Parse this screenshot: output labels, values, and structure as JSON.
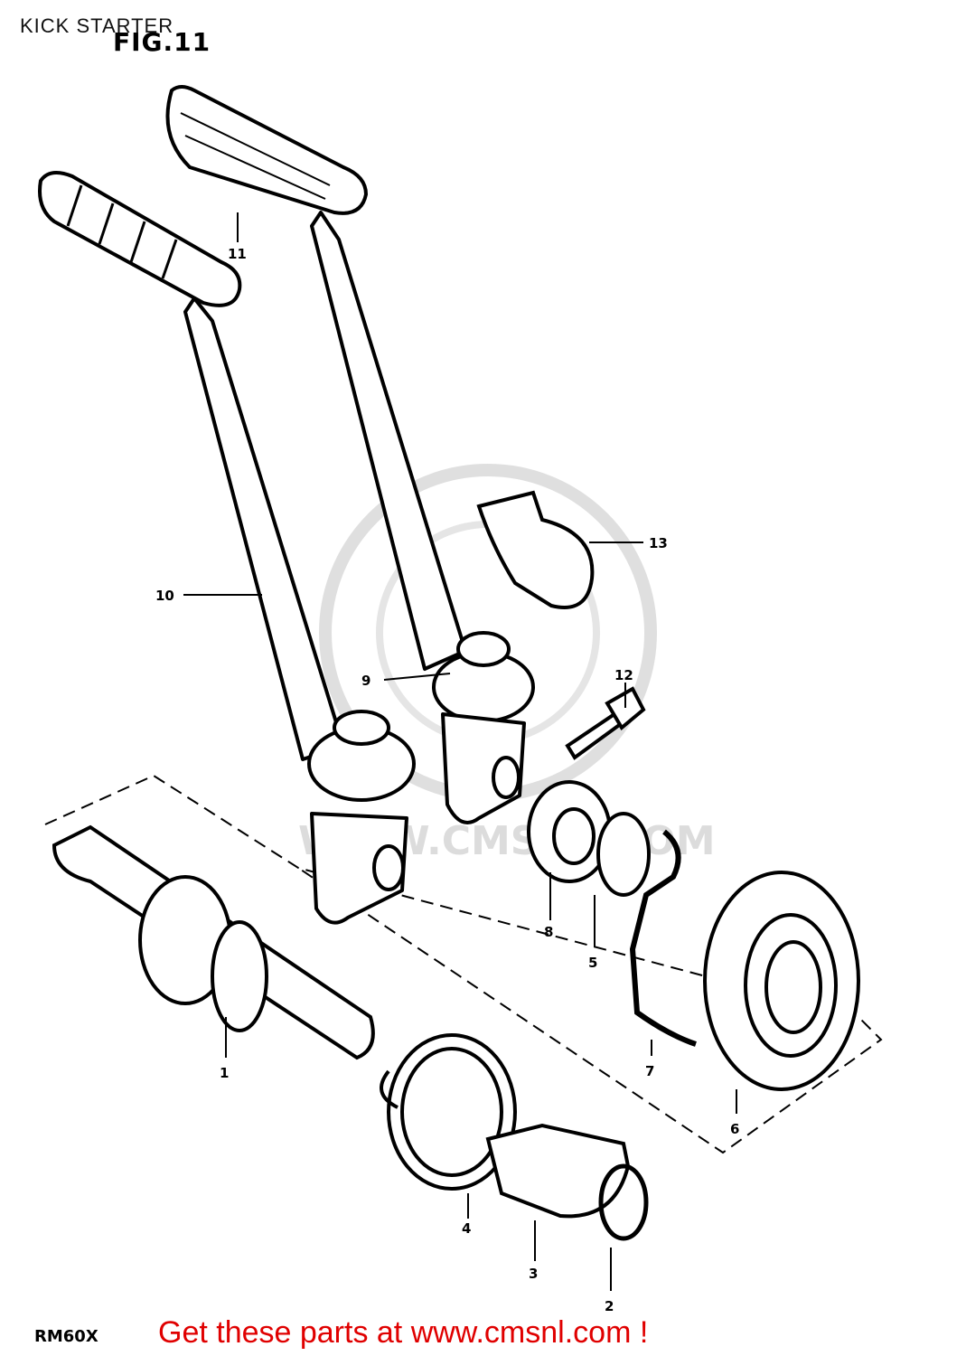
{
  "header": {
    "title": "KICK STARTER",
    "figure": "FIG.11"
  },
  "watermark": {
    "text": "WWW.CMSNL.COM",
    "color": "#d9d9d9"
  },
  "callouts": [
    {
      "id": "1",
      "label": "1"
    },
    {
      "id": "2",
      "label": "2"
    },
    {
      "id": "3",
      "label": "3"
    },
    {
      "id": "4",
      "label": "4"
    },
    {
      "id": "5",
      "label": "5"
    },
    {
      "id": "6",
      "label": "6"
    },
    {
      "id": "7",
      "label": "7"
    },
    {
      "id": "8",
      "label": "8"
    },
    {
      "id": "9",
      "label": "9"
    },
    {
      "id": "10",
      "label": "10"
    },
    {
      "id": "11",
      "label": "11"
    },
    {
      "id": "12",
      "label": "12"
    },
    {
      "id": "13",
      "label": "13"
    }
  ],
  "footer": {
    "model": "RM60X",
    "cta": "Get these parts at www.cmsnl.com !",
    "cta_color": "#e00000"
  }
}
